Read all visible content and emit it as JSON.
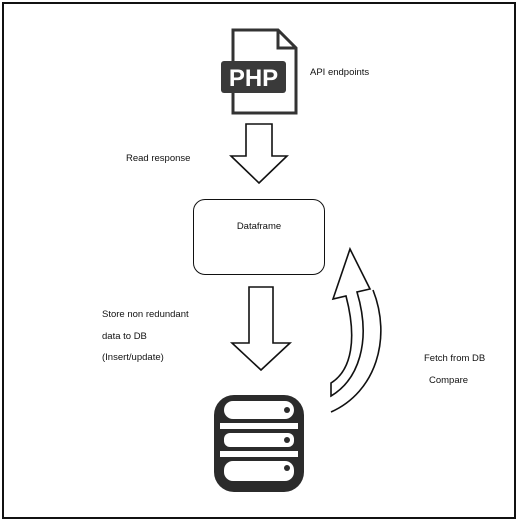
{
  "diagram": {
    "api_label": "API endpoints",
    "php_badge": "PHP",
    "read_label": "Read response",
    "dataframe_label": "Dataframe",
    "store_label_line1": "Store non redundant",
    "store_label_line2": "data to DB",
    "store_label_line3": "(Insert/update)",
    "fetch_label_line1": "Fetch from DB",
    "fetch_label_line2": "Compare"
  },
  "icons": {
    "php_file": "php-file-icon",
    "database": "database-icon",
    "arrow_down_1": "down-arrow-icon",
    "arrow_down_2": "down-arrow-icon",
    "curved_arrow": "curved-return-arrow-icon"
  }
}
